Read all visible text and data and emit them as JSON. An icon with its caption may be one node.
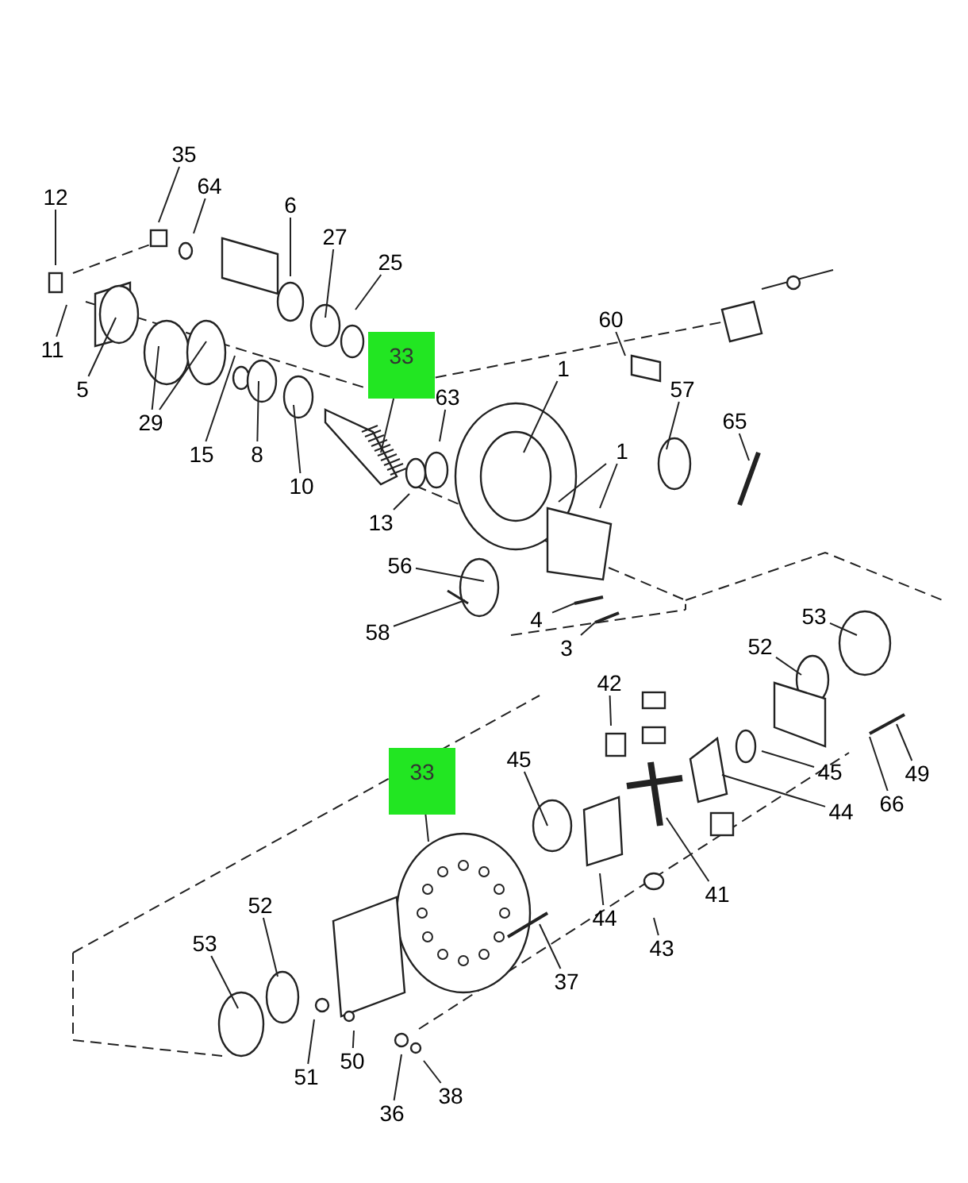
{
  "diagram": {
    "nodes": [
      {
        "text": [
          "35"
        ]
      },
      {
        "text": [
          "64"
        ]
      },
      {
        "text": [
          "12"
        ]
      },
      {
        "text": [
          "6"
        ]
      },
      {
        "text": [
          "27"
        ]
      },
      {
        "text": [
          "25"
        ]
      },
      {
        "text": [
          "60"
        ]
      },
      {
        "text": [
          "33"
        ]
      },
      {
        "text": [
          "11"
        ]
      },
      {
        "text": [
          "1"
        ]
      },
      {
        "text": [
          "5"
        ]
      },
      {
        "text": [
          "57"
        ]
      },
      {
        "text": [
          "63"
        ]
      },
      {
        "text": [
          "65"
        ]
      },
      {
        "text": [
          "29"
        ]
      },
      {
        "text": [
          "15"
        ]
      },
      {
        "text": [
          "8"
        ]
      },
      {
        "text": [
          "1"
        ]
      },
      {
        "text": [
          "10"
        ]
      },
      {
        "text": [
          "13"
        ]
      },
      {
        "text": [
          "56"
        ]
      },
      {
        "text": [
          "53"
        ]
      },
      {
        "text": [
          "4"
        ]
      },
      {
        "text": [
          "58"
        ]
      },
      {
        "text": [
          "52"
        ]
      },
      {
        "text": [
          "3"
        ]
      },
      {
        "text": [
          "42"
        ]
      },
      {
        "text": [
          "45"
        ]
      },
      {
        "text": [
          "33"
        ]
      },
      {
        "text": [
          "45"
        ]
      },
      {
        "text": [
          "49"
        ]
      },
      {
        "text": [
          "66"
        ]
      },
      {
        "text": [
          "44"
        ]
      },
      {
        "text": [
          "41"
        ]
      },
      {
        "text": [
          "52"
        ]
      },
      {
        "text": [
          "44"
        ]
      },
      {
        "text": [
          "53"
        ]
      },
      {
        "text": [
          "43"
        ]
      },
      {
        "text": [
          "37"
        ]
      },
      {
        "text": [
          "50"
        ]
      },
      {
        "text": [
          "51"
        ]
      },
      {
        "text": [
          "38"
        ]
      },
      {
        "text": [
          "36"
        ]
      }
    ],
    "edges": [
      {
        "from": 0,
        "to": null,
        "arrow": "none"
      },
      {
        "from": 1,
        "to": null,
        "arrow": "none"
      },
      {
        "from": 2,
        "to": null,
        "arrow": "none"
      },
      {
        "from": 3,
        "to": null,
        "arrow": "none"
      },
      {
        "from": 4,
        "to": null,
        "arrow": "none"
      },
      {
        "from": 5,
        "to": null,
        "arrow": "none"
      },
      {
        "from": 6,
        "to": null,
        "arrow": "none"
      },
      {
        "from": 7,
        "to": null,
        "arrow": "none"
      },
      {
        "from": 8,
        "to": null,
        "arrow": "none"
      },
      {
        "from": 9,
        "to": null,
        "arrow": "none"
      },
      {
        "from": 10,
        "to": null,
        "arrow": "none"
      },
      {
        "from": 11,
        "to": null,
        "arrow": "none"
      },
      {
        "from": 12,
        "to": null,
        "arrow": "none"
      },
      {
        "from": 13,
        "to": null,
        "arrow": "none"
      },
      {
        "from": 14,
        "to": null,
        "arrow": "none"
      },
      {
        "from": 14,
        "to": null,
        "arrow": "none"
      },
      {
        "from": 15,
        "to": null,
        "arrow": "none"
      },
      {
        "from": 16,
        "to": null,
        "arrow": "none"
      },
      {
        "from": 17,
        "to": null,
        "arrow": "none"
      },
      {
        "from": 17,
        "to": null,
        "arrow": "none"
      },
      {
        "from": 18,
        "to": null,
        "arrow": "none"
      },
      {
        "from": 19,
        "to": null,
        "arrow": "none"
      },
      {
        "from": 20,
        "to": null,
        "arrow": "none"
      },
      {
        "from": 21,
        "to": null,
        "arrow": "none"
      },
      {
        "from": 22,
        "to": null,
        "arrow": "none"
      },
      {
        "from": 23,
        "to": null,
        "arrow": "none"
      },
      {
        "from": 24,
        "to": null,
        "arrow": "none"
      },
      {
        "from": 25,
        "to": null,
        "arrow": "none"
      },
      {
        "from": 26,
        "to": null,
        "arrow": "none"
      },
      {
        "from": 27,
        "to": null,
        "arrow": "none"
      },
      {
        "from": 28,
        "to": null,
        "arrow": "none"
      },
      {
        "from": 29,
        "to": null,
        "arrow": "none"
      },
      {
        "from": 30,
        "to": null,
        "arrow": "none"
      },
      {
        "from": 31,
        "to": null,
        "arrow": "none"
      },
      {
        "from": 32,
        "to": null,
        "arrow": "none"
      },
      {
        "from": 33,
        "to": null,
        "arrow": "none"
      },
      {
        "from": 34,
        "to": null,
        "arrow": "none"
      },
      {
        "from": 35,
        "to": null,
        "arrow": "none"
      },
      {
        "from": 36,
        "to": null,
        "arrow": "none"
      },
      {
        "from": 37,
        "to": null,
        "arrow": "none"
      },
      {
        "from": 38,
        "to": null,
        "arrow": "none"
      },
      {
        "from": 39,
        "to": null,
        "arrow": "none"
      },
      {
        "from": 40,
        "to": null,
        "arrow": "none"
      },
      {
        "from": 41,
        "to": null,
        "arrow": "none"
      },
      {
        "from": 42,
        "to": null,
        "arrow": "none"
      }
    ]
  }
}
